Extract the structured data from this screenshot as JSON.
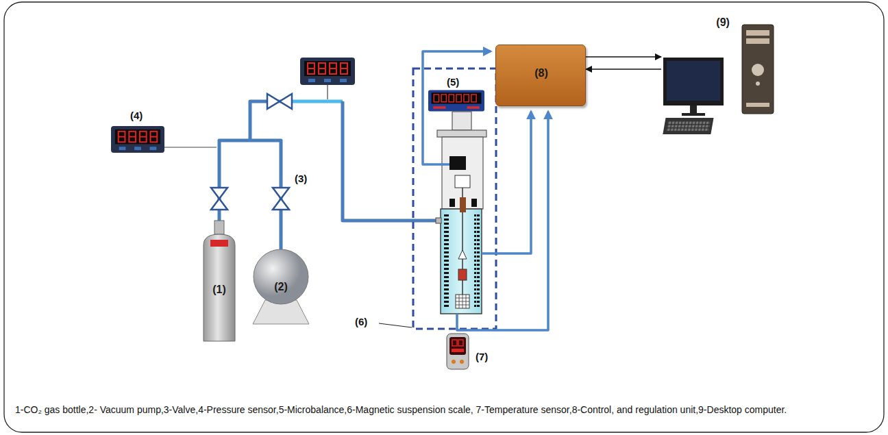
{
  "diagram": {
    "caption": "1-CO₂ gas bottle,2- Vacuum pump,3-Valve,4-Pressure sensor,5-Microbalance,6-Magnetic suspension scale, 7-Temperature sensor,8-Control, and regulation unit,9-Desktop computer.",
    "nodes": [
      {
        "text": [
          "(1)"
        ]
      },
      {
        "text": [
          "(2)"
        ]
      },
      {
        "text": [
          "(8)"
        ]
      },
      {
        "text": [
          "(9)"
        ]
      }
    ],
    "edges": [
      {
        "from": 0,
        "to": 1,
        "arrow": "none"
      },
      {
        "from": 2,
        "to": 3,
        "arrow": "to"
      },
      {
        "from": 3,
        "to": 2,
        "arrow": "to"
      }
    ],
    "labels": [
      "(4)",
      "(3)",
      "(5)",
      "(6)",
      "(7)"
    ]
  }
}
